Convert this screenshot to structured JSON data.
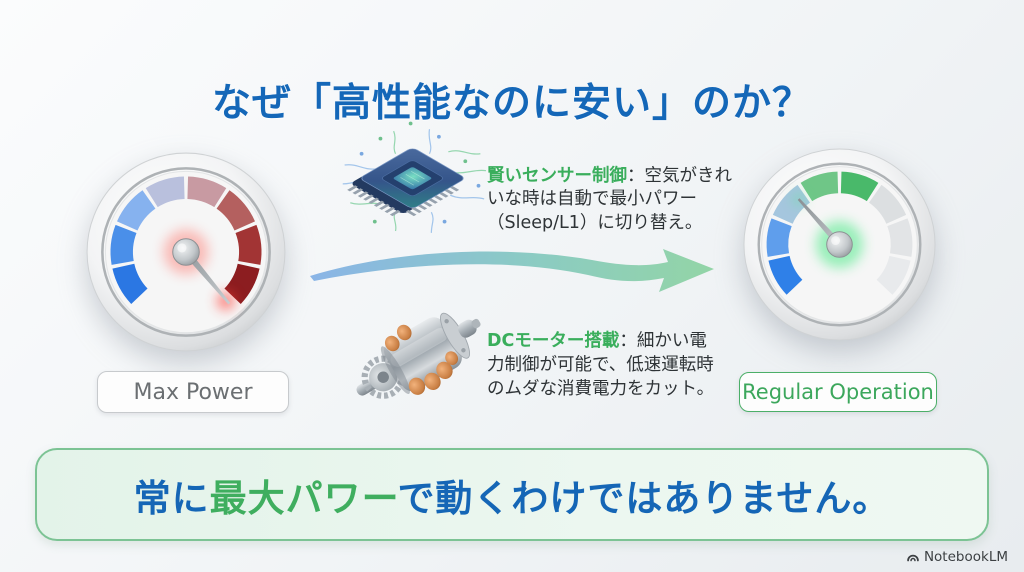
{
  "title": "なぜ「高性能なのに安い」のか？",
  "gauges": {
    "left": {
      "label": "Max Power",
      "reading": "max",
      "icon": "gauge-red-max-illustration"
    },
    "right": {
      "label": "Regular Operation",
      "reading": "low",
      "icon": "gauge-green-low-illustration"
    }
  },
  "callouts": {
    "sensor": {
      "icon": "cpu-chip-illustration",
      "lead": "賢いセンサー制御",
      "body": "：空気がきれいな時は自動で最小パワー（Sleep/L1）に切り替え。"
    },
    "motor": {
      "icon": "dc-motor-illustration",
      "lead": "DCモーター搭載",
      "body": "：細かい電力制御が可能で、低速運転時のムダな消費電力をカット。"
    }
  },
  "banner": {
    "segments": [
      {
        "text": "常に",
        "color": "blue"
      },
      {
        "text": "最大パワー",
        "color": "green"
      },
      {
        "text": "で動くわけではありません。",
        "color": "blue"
      }
    ]
  },
  "watermark": {
    "label": "NotebookLM",
    "icon": "notebooklm-logo-icon"
  },
  "colors": {
    "title_blue": "#1467b8",
    "accent_green": "#3aae5c",
    "banner_border": "#7cc394",
    "banner_background": "#e7f5ec",
    "max_zone_red": "#8c1d20",
    "min_zone_blue": "#2b77e3"
  }
}
